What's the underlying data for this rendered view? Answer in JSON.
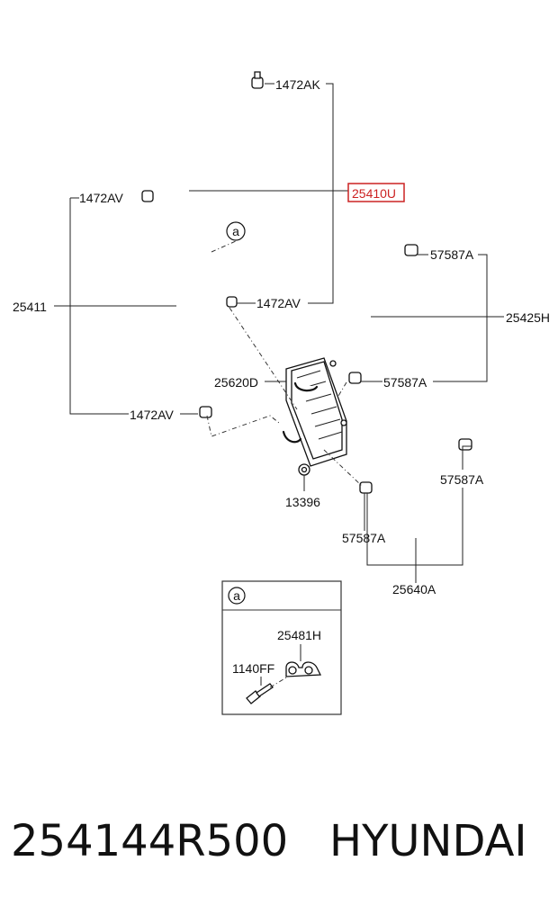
{
  "labels": {
    "l_1472ak": "1472AK",
    "l_25410u": "25410U",
    "l_1472av_top": "1472AV",
    "l_a_callout": "a",
    "l_25411": "25411",
    "l_1472av_mid": "1472AV",
    "l_1472av_bottom": "1472AV",
    "l_57587a_top": "57587A",
    "l_25425h": "25425H",
    "l_25620d": "25620D",
    "l_57587a_mid": "57587A",
    "l_13396": "13396",
    "l_57587a_right": "57587A",
    "l_57587a_low": "57587A",
    "l_25640a": "25640A",
    "inset_a": "a",
    "inset_25481h": "25481H",
    "inset_1140ff": "1140FF"
  },
  "highlight_color": "#cc2222",
  "caption": {
    "part_number": "254144R500",
    "brand": "HYUNDAI"
  }
}
